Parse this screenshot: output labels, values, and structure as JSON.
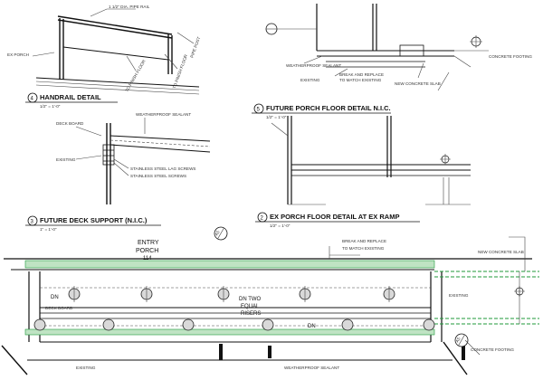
{
  "details": {
    "d4": {
      "number": "4",
      "title": "HANDRAIL DETAIL",
      "scale": "1/2\" = 1'-0\""
    },
    "d5": {
      "number": "5",
      "title": "FUTURE PORCH FLOOR DETAIL N.I.C.",
      "scale": "1/2\" = 1'-0\""
    },
    "d3": {
      "number": "3",
      "title": "FUTURE DECK SUPPORT (N.I.C.)",
      "scale": "1\" = 1'-0\""
    },
    "d2": {
      "number": "2",
      "title": "EX PORCH FLOOR DETAIL AT EX RAMP",
      "scale": "1/2\" = 1'-0\""
    }
  },
  "plan": {
    "room_name": "ENTRY",
    "room_name2": "PORCH",
    "room_number": "114",
    "dn": "DN",
    "stair_note": [
      "DN TWO",
      "EQUAL",
      "RISERS"
    ],
    "section_ref": "A5"
  },
  "notes": {
    "rail_top": "1 1/2\" DIA. PIPE RAIL",
    "rail_post": "PIPE POST",
    "to_floor": "TO FINISH FLOOR",
    "porch_ex": "EX PORCH",
    "stain_1": "STAINLESS STEEL LAG SCREWS",
    "stain_2": "STAINLESS STEEL SCREWS",
    "deck_note": "DECK BOARD",
    "weather": "WEATHERPROOF SEALANT",
    "existing": "EXISTING",
    "plan_note_1": "BREAK AND REPLACE",
    "plan_note_2": "TO MATCH EXISTING",
    "plan_note_3": "NEW CONCRETE SLAB",
    "plan_note_4": "CONCRETE FOOTING"
  }
}
